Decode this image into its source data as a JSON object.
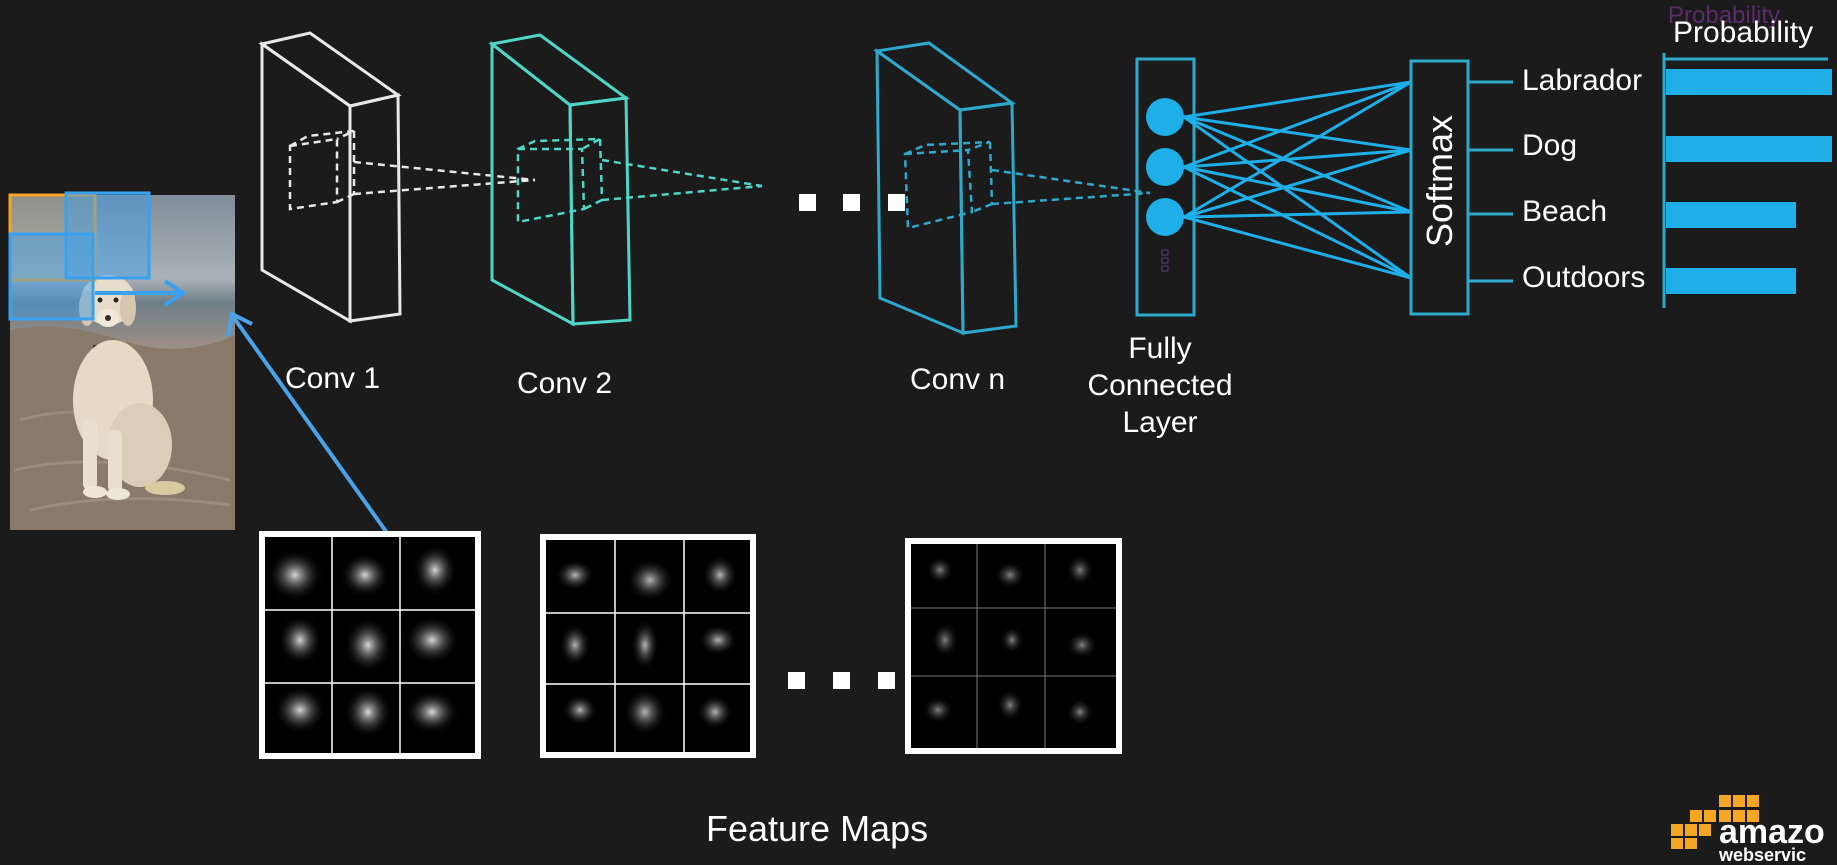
{
  "layers": [
    {
      "name": "Conv 1",
      "color": "#e8e8e8"
    },
    {
      "name": "Conv 2",
      "color": "#4fd6c7"
    },
    {
      "name": "Conv n",
      "color": "#2ea8cc"
    }
  ],
  "fully_connected": {
    "label_line1": "Fully",
    "label_line2": "Connected",
    "label_line3": "Layer"
  },
  "softmax": {
    "label": "Softmax"
  },
  "probability": {
    "title": "Probability",
    "classes": [
      {
        "label": "Labrador",
        "value": 0.83
      },
      {
        "label": "Dog",
        "value": 0.83
      },
      {
        "label": "Beach",
        "value": 0.65
      },
      {
        "label": "Outdoors",
        "value": 0.65
      }
    ]
  },
  "feature_maps": {
    "caption": "Feature Maps"
  },
  "logo": {
    "line1": "amazo",
    "line2": "webservic"
  },
  "colors": {
    "accent_blue": "#1eaee8",
    "network_blue": "#2ea8cc",
    "teal": "#4fd6c7",
    "arrow_blue": "#4aa3e8",
    "background": "#1b1b1b"
  },
  "icons": [
    "dog-photo",
    "ellipsis-dots",
    "feature-map-grid",
    "aws-logo-icon"
  ]
}
